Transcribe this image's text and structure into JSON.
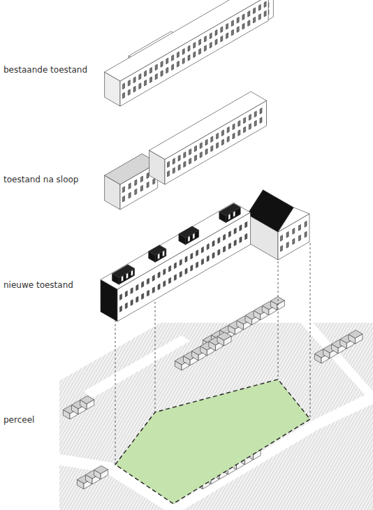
{
  "diagram": {
    "labels": [
      "bestaande toestand",
      "toestand na sloop",
      "nieuwe toestand",
      "perceel"
    ]
  }
}
